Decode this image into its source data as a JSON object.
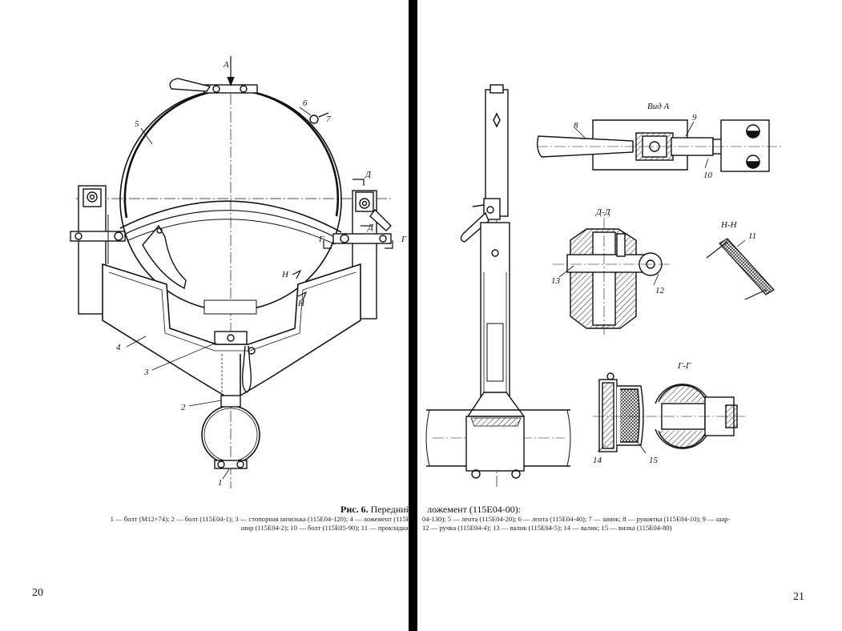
{
  "page": {
    "left_number": "20",
    "right_number": "21"
  },
  "caption": {
    "figure_label": "Рис. 6.",
    "title_left": "Передний",
    "title_right": "ложемент (115Е04-00):",
    "legend_left_line1": "1 — болт (М12×74); 2 — болт (115Е04-1); 3 — стопорная шпилька (115Е04-120); 4 — ложемент (115Е",
    "legend_left_line2": "шир (115Е04-2); 10 — болт (115Е05-90); 11 — прокладка;",
    "legend_right_line1": "04-130); 5 — лента (115Е04-20); 6 — лента (115Е04-40); 7 — замок; 8 — рукоятка (115Е04-10); 9 — шар-",
    "legend_right_line2": "12 — ручка (115Е04-4); 13 — валик (115Е04-5); 14 — валик; 15 — вилка (115Е04-80)"
  },
  "drawing_labels": {
    "view_a_arrow": "А",
    "n1": "1",
    "n2": "2",
    "n3": "3",
    "n4": "4",
    "n5": "5",
    "n6": "6",
    "n7": "7",
    "n8": "8",
    "n9": "9",
    "n10": "10",
    "n11": "11",
    "n12": "12",
    "n13": "13",
    "n14": "14",
    "n15": "15",
    "section_d_left": "Д",
    "section_d_right": "Д",
    "section_g_left": "Г",
    "section_g_right": "Г",
    "section_n_top": "Н",
    "section_n_bottom": "Н",
    "view_a_title": "Вид А",
    "section_dd_title": "Д-Д",
    "section_nn_title": "Н-Н",
    "section_gg_title": "Г-Г"
  }
}
